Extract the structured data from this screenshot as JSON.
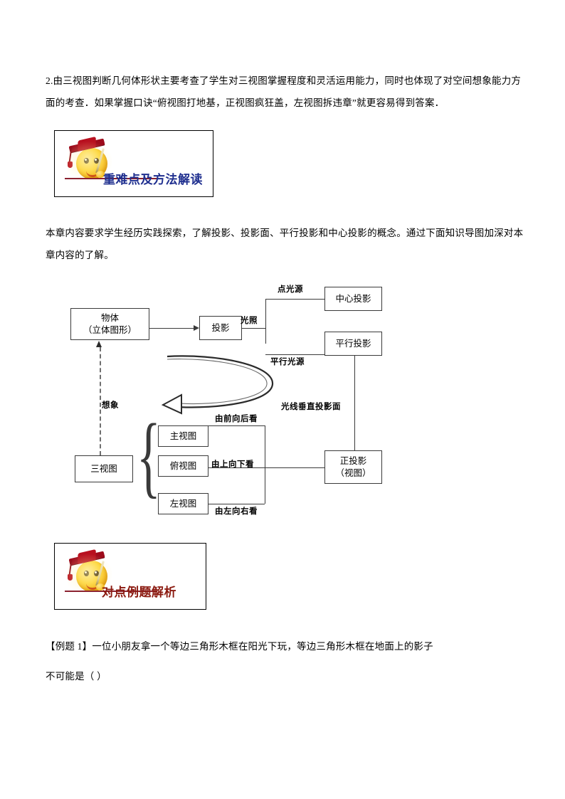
{
  "page": {
    "intro_paragraph": "2.由三视图判断几何体形状主要考查了学生对三视图掌握程度和灵活运用能力，同时也体现了对空间想象能力方面的考查．如果掌握口诀“俯视图打地基，正视图疯狂盖，左视图拆违章”就更容易得到答案．",
    "chapter_paragraph": "本章内容要求学生经历实践探索，了解投影、投影面、平行投影和中心投影的概念。通过下面知识导图加深对本章内容的了解。",
    "example_line1": "【例题 1】一位小朋友拿一个等边三角形木框在阳光下玩，等边三角形木框在地面上的影子",
    "example_line2": "不可能是（      ）"
  },
  "sections": [
    {
      "title": "重难点及方法解读",
      "icon": "graduation-cap-smiley-icon",
      "title_color": "#1f2f8f",
      "rule_color": "#8b2230"
    },
    {
      "title": "对点例题解析",
      "icon": "graduation-cap-smiley-icon",
      "title_color": "#8b1a10",
      "rule_color": "#8b2230"
    }
  ],
  "diagram": {
    "name": "projection-knowledge-map",
    "boxes": {
      "object": {
        "line1": "物体",
        "line2": "（立体图形）"
      },
      "projection": {
        "line1": "投影"
      },
      "central_projection": {
        "line1": "中心投影"
      },
      "parallel_projection": {
        "line1": "平行投影"
      },
      "orthographic": {
        "line1": "正投影",
        "line2": "（视图）"
      },
      "three_views": {
        "line1": "三视图"
      },
      "front_view": {
        "line1": "主视图"
      },
      "top_view": {
        "line1": "俯视图"
      },
      "left_view": {
        "line1": "左视图"
      }
    },
    "labels": {
      "illumination": "光照",
      "point_light": "点光源",
      "parallel_light": "平行光源",
      "ray_perpendicular": "光线垂直投影面",
      "imagine": "想象",
      "front_to_back": "由前向后看",
      "top_to_bottom": "由上向下看",
      "left_to_right": "由左向右看"
    }
  }
}
